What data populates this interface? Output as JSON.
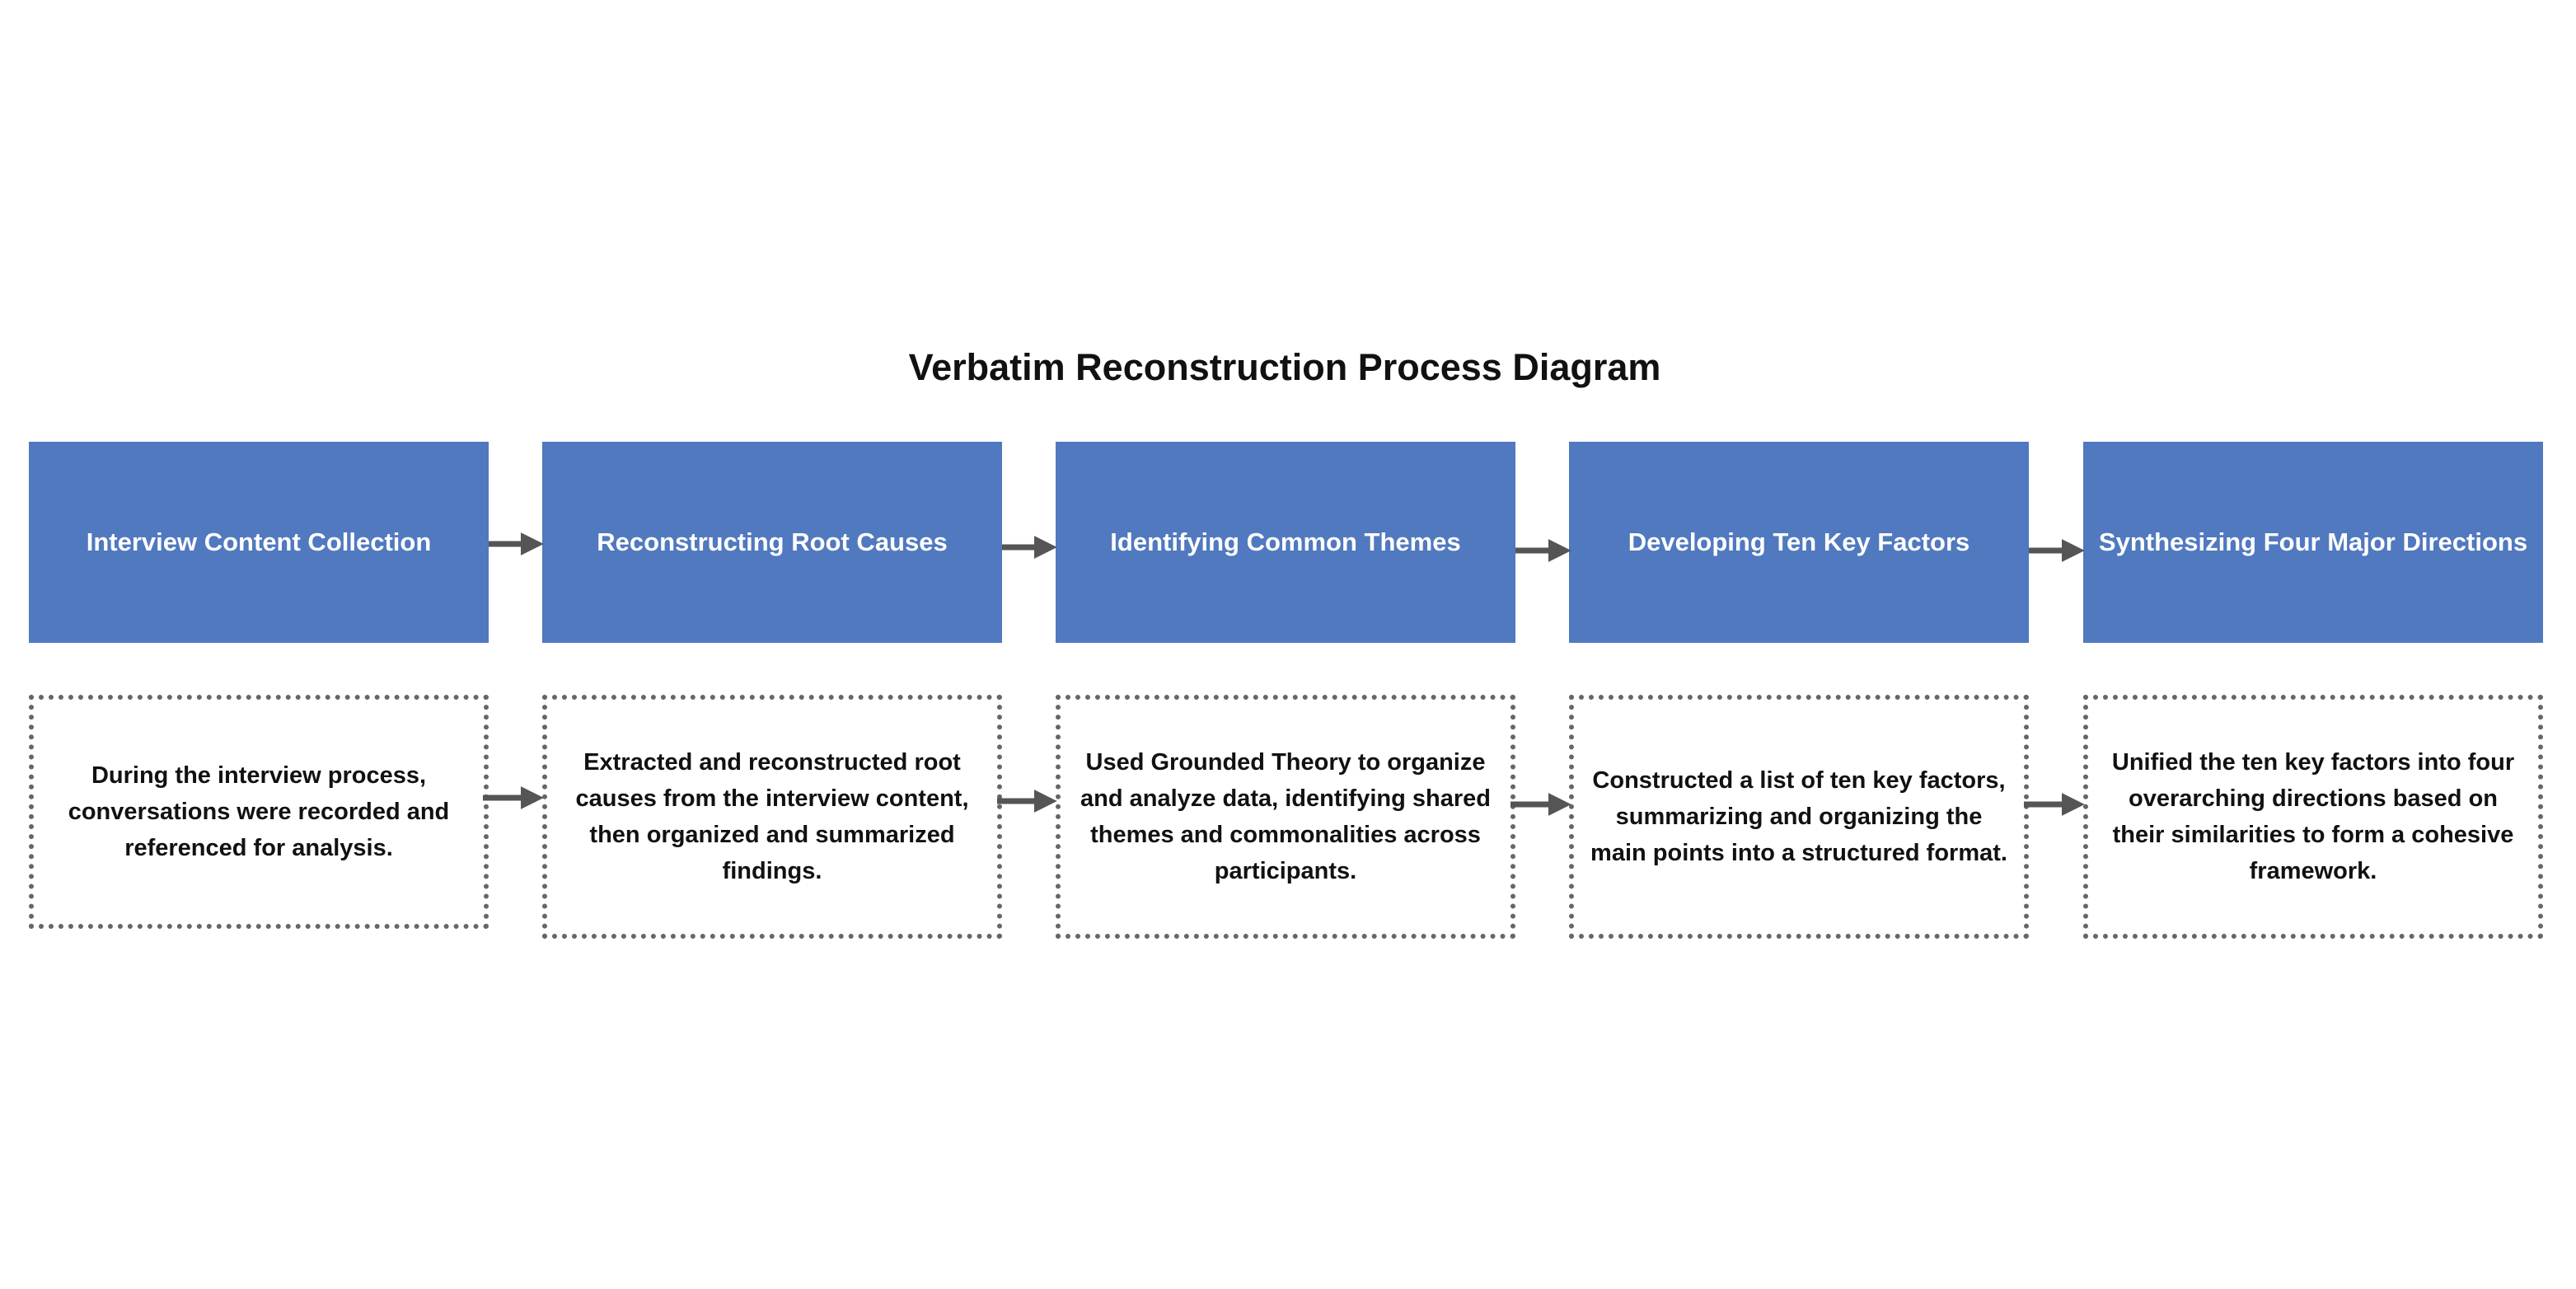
{
  "title": "Verbatim Reconstruction Process Diagram",
  "colors": {
    "step_fill": "#5079bf",
    "step_text": "#ffffff",
    "arrow": "#555555",
    "dotted_border": "#666666"
  },
  "steps": [
    {
      "label": "Interview Content Collection",
      "description": "During the interview process, conversations were recorded and referenced for analysis."
    },
    {
      "label": "Reconstructing Root Causes",
      "description": "Extracted and reconstructed root causes from the interview content, then organized and summarized findings."
    },
    {
      "label": "Identifying Common Themes",
      "description": "Used Grounded Theory to organize and analyze data, identifying shared themes and commonalities across participants."
    },
    {
      "label": "Developing Ten Key Factors",
      "description": "Constructed a list of ten key factors, summarizing and organizing the main points into a structured format."
    },
    {
      "label": "Synthesizing Four Major Directions",
      "description": "Unified the ten key factors into four overarching directions based on their similarities to form a cohesive framework."
    }
  ]
}
